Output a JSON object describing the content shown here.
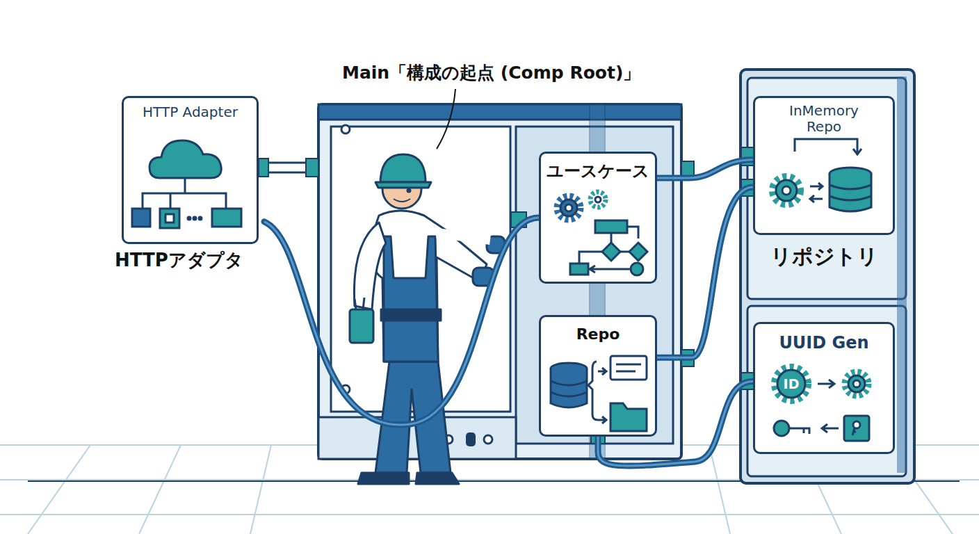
{
  "diagram": {
    "title": "Main「構成の起点 (Comp Root)」",
    "nodes": [
      {
        "text": [
          "HTTP Adapter",
          "HTTPアダプタ"
        ]
      },
      {
        "text": [
          "InMemory Repo",
          "リポジトリ"
        ]
      },
      {
        "text": [
          "ユースケース"
        ]
      },
      {
        "text": [
          "Repo"
        ]
      },
      {
        "text": [
          "UUID Gen"
        ]
      }
    ],
    "edges": [
      {
        "from": 0,
        "to": 2,
        "arrow": "none"
      },
      {
        "from": 2,
        "to": 1,
        "arrow": "none"
      },
      {
        "from": 3,
        "to": 1,
        "arrow": "none"
      },
      {
        "from": 3,
        "to": 4,
        "arrow": "none"
      }
    ],
    "labels": [
      "ID"
    ]
  }
}
